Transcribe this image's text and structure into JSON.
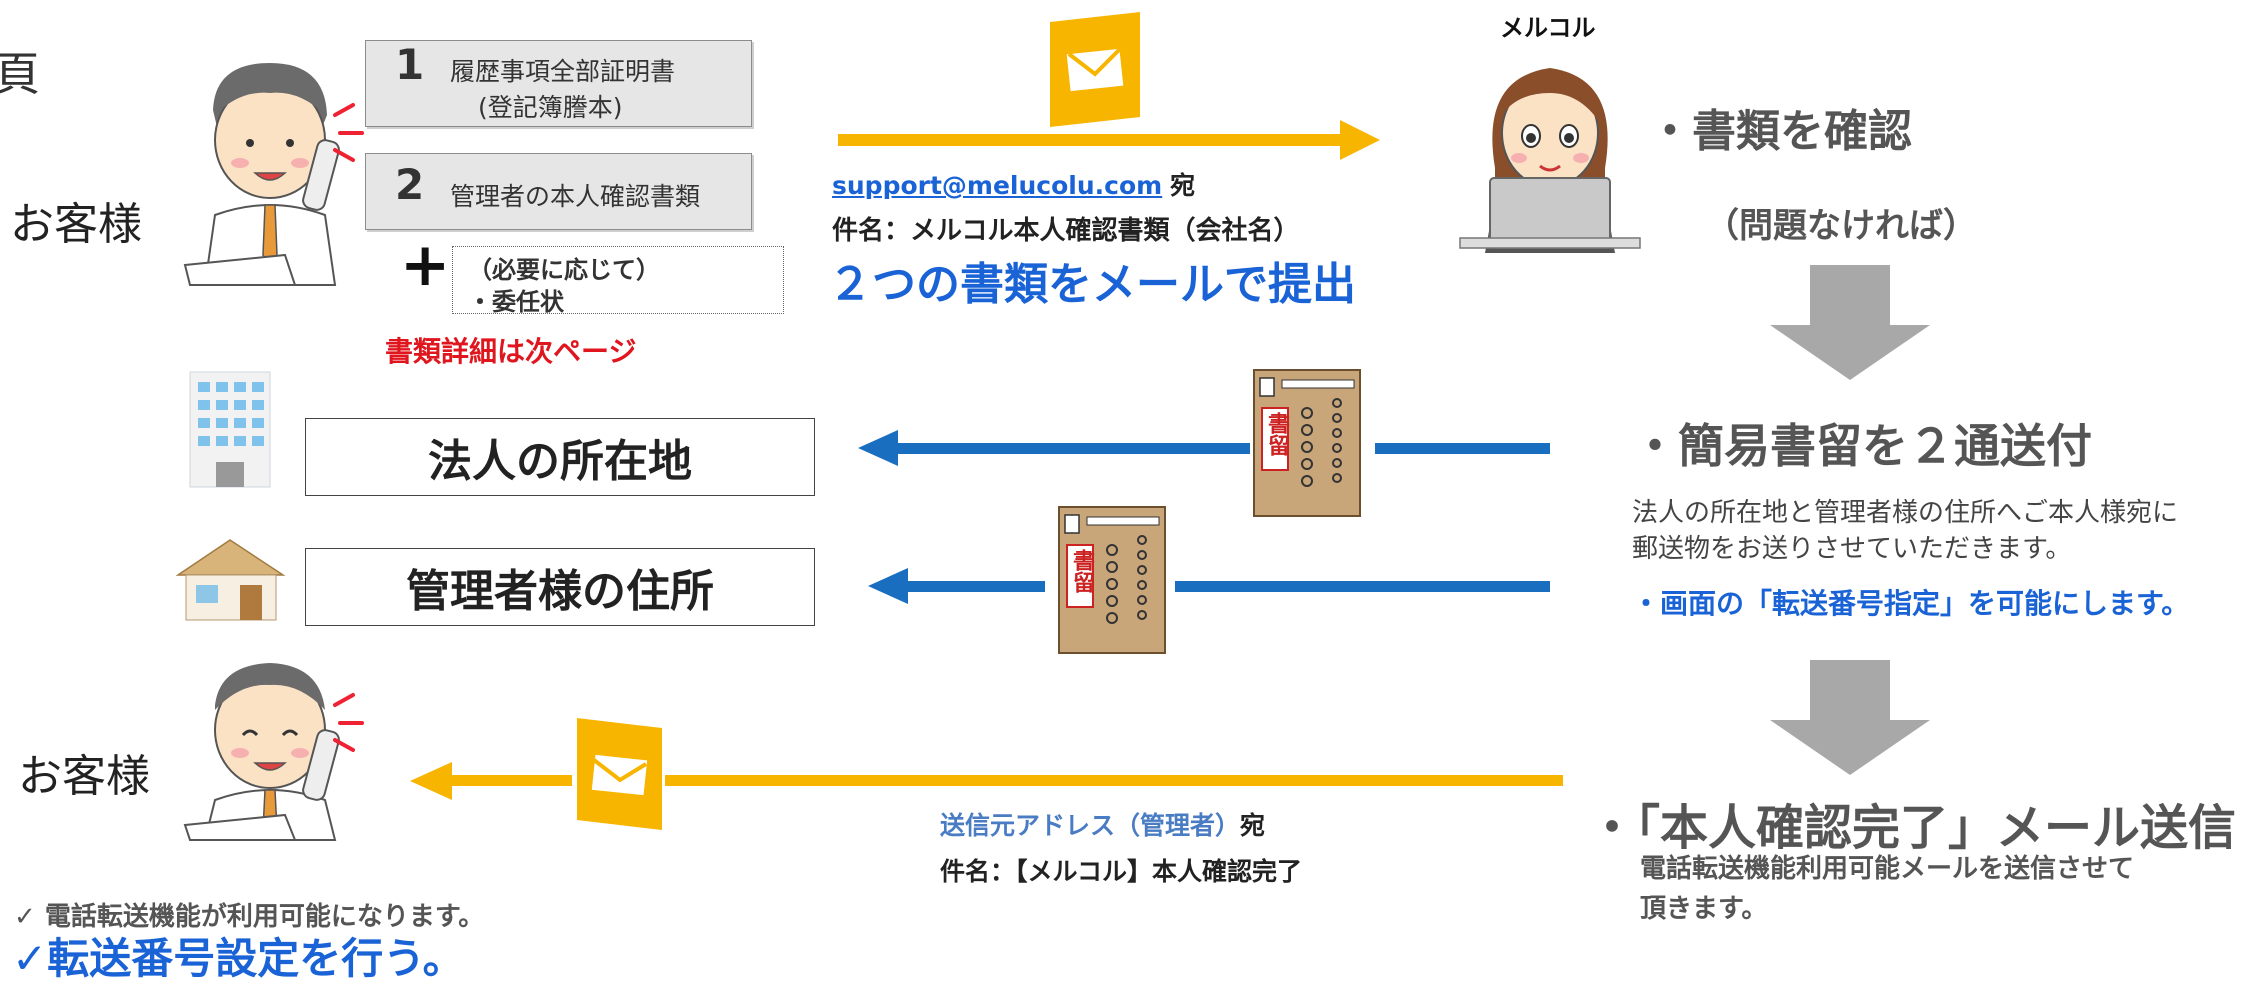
{
  "top_edge_text": "頁",
  "customer_label": "お客様",
  "company_label": "メルコル",
  "documents": [
    {
      "number": "1",
      "title": "履歴事項全部証明書",
      "subtitle": "(登記簿謄本)"
    },
    {
      "number": "2",
      "title": "管理者の本人確認書類"
    }
  ],
  "plus_sign": "+",
  "optional_note": {
    "line1": "（必要に応じて）",
    "line2": "・委任状"
  },
  "doc_detail_note": "書類詳細は次ページ",
  "email_submit": {
    "address": "support@melucolu.com",
    "address_suffix": "宛",
    "subject": "件名：メルコル本人確認書類（会社名）",
    "headline": "２つの書類をメールで提出"
  },
  "steps": {
    "confirm": "・書類を確認",
    "if_ok": "（問題なければ）",
    "registered_mail": "・簡易書留を２通送付",
    "mail_desc_line1": "法人の所在地と管理者様の住所へご本人様宛に",
    "mail_desc_line2": "郵送物をお送りさせていただきます。",
    "screen_note": "・画面の「転送番号指定」を可能にします。",
    "complete_mail": "・「本人確認完了」メール送信",
    "complete_desc_line1": "電話転送機能利用可能メールを送信させて",
    "complete_desc_line2": "頂きます。"
  },
  "addresses": {
    "corp": "法人の所在地",
    "manager": "管理者様の住所"
  },
  "envelope_stamp": "書留",
  "reply_email": {
    "address_label": "送信元アドレス（管理者）",
    "address_suffix": "宛",
    "subject": "件名：【メルコル】本人確認完了"
  },
  "final_notes": {
    "line1": "✓ 電話転送機能が利用可能になります。",
    "line2": "✓転送番号設定を行う。"
  },
  "colors": {
    "yellow_arrow": "#f7b500",
    "blue_arrow": "#1a6ec0",
    "gray_arrow": "#a8a8a8",
    "accent_blue": "#1a63d6",
    "red_note": "#e0161f"
  }
}
